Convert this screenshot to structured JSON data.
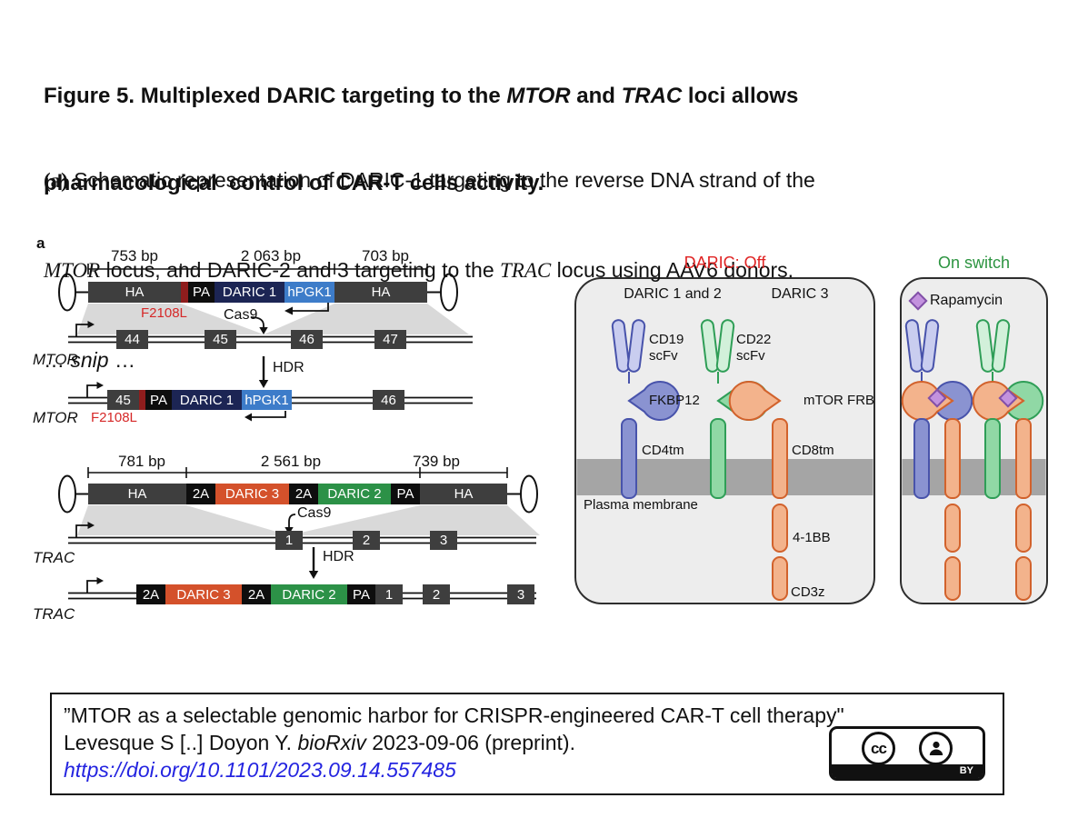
{
  "title": {
    "part1": "Figure 5. Multiplexed DARIC targeting to the ",
    "gene1": "MTOR",
    "part2": " and ",
    "gene2": "TRAC",
    "part3": " loci allows",
    "line2": "pharmacological  control of CAR-T cells activity."
  },
  "caption": {
    "a_label": "(a)",
    "l1": " Schematic representation of DARIC-1 targeting to the reverse DNA strand of the",
    "l2_gene1": "MTOR",
    "l2a": " locus, and DARIC-2 and 3 targeting to the ",
    "l2_gene2": "TRAC",
    "l2b": " locus using AAV6 donors.",
    "l3a": "… ",
    "l3b": "snip",
    "l3c": " …"
  },
  "panel_label": "a",
  "mtor": {
    "bp_left": "753 bp",
    "bp_mid": "2 063 bp",
    "bp_right": "703 bp",
    "ha_left": "HA",
    "pa": "PA",
    "daric1": "DARIC 1",
    "promoter": "hPGK1",
    "ha_right": "HA",
    "mutation": "F2108L",
    "cas9": "Cas9",
    "exon44": "44",
    "exon45": "45",
    "exon46": "46",
    "exon47": "47",
    "gene": "MTOR",
    "hdr": "HDR",
    "res_exon45": "45",
    "res_pa": "PA",
    "res_daric1": "DARIC 1",
    "res_promoter": "hPGK1",
    "res_exon46": "46",
    "res_gene": "MTOR",
    "res_mutation": "F2108L"
  },
  "trac": {
    "bp_left": "781 bp",
    "bp_mid": "2 561 bp",
    "bp_right": "739 bp",
    "ha_left": "HA",
    "p2a_a": "2A",
    "daric3": "DARIC 3",
    "p2a_b": "2A",
    "daric2": "DARIC 2",
    "pa": "PA",
    "ha_right": "HA",
    "cas9": "Cas9",
    "exon1": "1",
    "exon2": "2",
    "exon3": "3",
    "gene": "TRAC",
    "hdr": "HDR",
    "res_p2a_a": "2A",
    "res_daric3": "DARIC 3",
    "res_p2a_b": "2A",
    "res_daric2": "DARIC 2",
    "res_pa": "PA",
    "res_exon1": "1",
    "res_exon2": "2",
    "res_exon3": "3",
    "res_gene": "TRAC"
  },
  "off_panel": {
    "title": "DARIC: Off",
    "col1": "DARIC 1 and 2",
    "col2": "DARIC 3",
    "cd19": "CD19\nscFv",
    "cd22": "CD22\nscFv",
    "fkbp12": "FKBP12",
    "frb": "mTOR FRB",
    "cd4tm": "CD4tm",
    "cd8tm": "CD8tm",
    "membrane": "Plasma membrane",
    "costim": "4-1BB",
    "cd3z": "CD3z"
  },
  "on_panel": {
    "title": "On switch",
    "legend": "Rapamycin"
  },
  "citation": {
    "line1": "”MTOR as a selectable genomic harbor for CRISPR-engineered CAR-T cell therapy\"",
    "line2a": "Levesque S [..] Doyon Y. ",
    "line2b": "bioRxiv",
    "line2c": " 2023-09-06 (preprint).",
    "doi": "https://doi.org/10.1101/2023.09.14.557485",
    "cc_label": "cc",
    "by_label": "BY"
  },
  "colors": {
    "off_red": "#e02424",
    "on_green": "#2c9440",
    "mutation_red": "#d62828",
    "daric1_navy": "#1c2554",
    "hpgk1_blue": "#3d7cc9",
    "daric3_orange": "#d4512b",
    "daric2_green": "#2c9147",
    "ha_gray": "#3e3e3e",
    "membrane_gray": "#a5a5a5",
    "receptor_blue": "#8a93d1",
    "receptor_green": "#90d8a5",
    "receptor_orange": "#f3b38c",
    "rapamycin_purple": "#c392de",
    "link_blue": "#2424e0"
  }
}
